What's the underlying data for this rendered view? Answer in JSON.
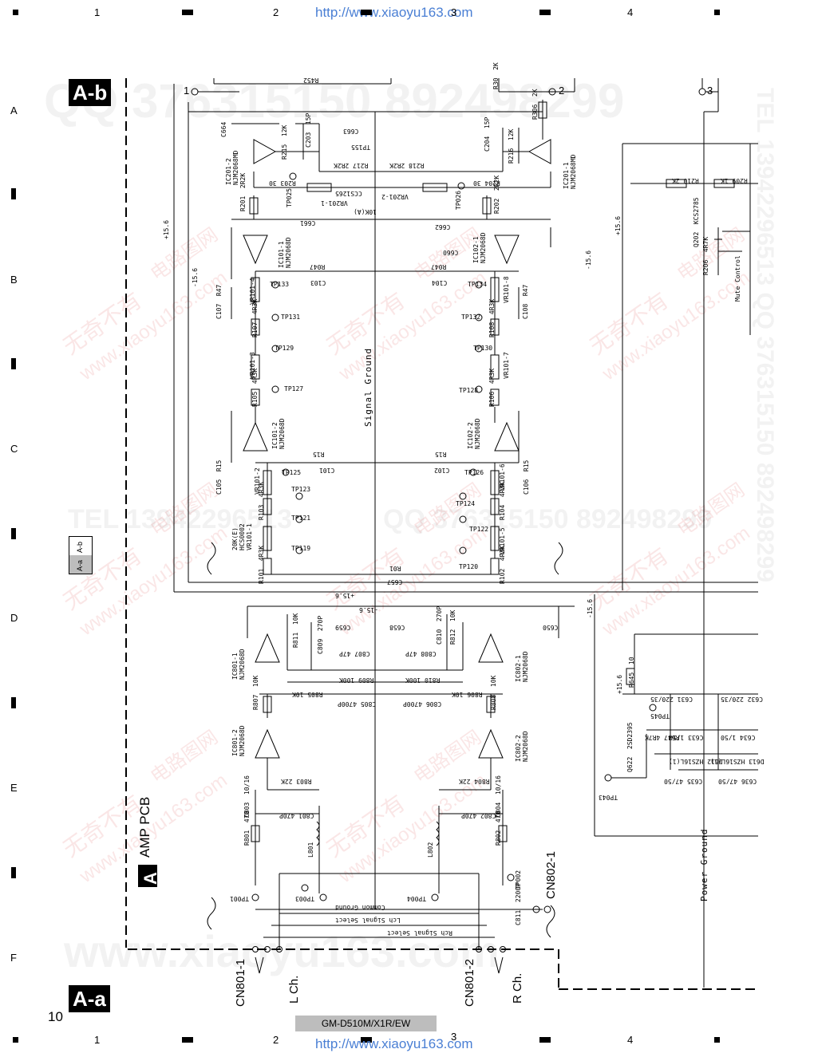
{
  "header": {
    "url_top": "http://www.xiaoyu163.com",
    "columns": [
      "1",
      "2",
      "3",
      "4"
    ]
  },
  "footer": {
    "url_bottom": "http://www.xiaoyu163.com",
    "page_number": "10",
    "model": "GM-D510M/X1R/EW",
    "columns": [
      "1",
      "2",
      "3",
      "4"
    ]
  },
  "rows": [
    "A",
    "B",
    "C",
    "D",
    "E",
    "F"
  ],
  "sheet": {
    "tag_top": "A-b",
    "tag_bottom": "A-a",
    "pcb_letter": "A",
    "pcb_name": "AMP PCB",
    "mini_index_top": "A-b",
    "mini_index_bottom": "A-a",
    "connector_points": [
      "1",
      "2",
      "3"
    ]
  },
  "watermarks": {
    "qq_top": "QQ 376315150  892498299",
    "tel_mid": "TEL 13942296513",
    "qq_mid": "QQ 376315150  892498299",
    "www_bottom": "www.xiaoyu163.com",
    "site": "www.xiaoyu163.com",
    "cn_brand": "无奇不有",
    "cn_net": "电路图网",
    "side_right": "TEL 13942296513  QQ 376315150  892498299"
  },
  "schematic": {
    "signal_ground": "Signal Ground",
    "power_ground": "Power Ground",
    "mute_control": "Mute Control",
    "common_ground": "Common Ground",
    "lch_select": "Lch Signal Select",
    "rch_select": "Rch Signal Select",
    "l_ch": "L Ch.",
    "r_ch": "R Ch.",
    "rails": {
      "pos": "+15.6",
      "neg": "-15.6"
    },
    "connectors": {
      "cn801_1": "CN801-1",
      "cn801_2": "CN801-2",
      "cn802_1": "CN802-1"
    },
    "ics": {
      "ic201_2": "IC201-2\nNJM2068MD",
      "ic201_1": "IC201-1\nNJM2068MD",
      "ic101_1": "IC101-1\nNJM2068D",
      "ic102_1": "IC102-1\nNJM2068D",
      "ic101_2": "IC101-2\nNJM2068D",
      "ic102_2": "IC102-2\nNJM2068D",
      "ic801_1": "IC801-1\nNJM2068D",
      "ic802_1": "IC802-1\nNJM2068D",
      "ic801_2": "IC801-2\nNJM2068D",
      "ic802_2": "IC802-2\nNJM2068D"
    },
    "labels": {
      "r452": "R452",
      "r01_a": "R01",
      "c664": "C664",
      "c663": "C663",
      "tp155": "TP155",
      "r215": "R215  12K",
      "c203": "C203  15P",
      "c204": "C204  15P",
      "r216": "R216  12K",
      "r306": "R306  2K",
      "r30": "R30  2K",
      "r217": "R217  2R2K",
      "r218": "R218  2R2K",
      "r203": "R203  30",
      "r204": "R204  30",
      "ccs1265": "CCS1265",
      "vr201_1": "VR201-1",
      "vr201_2": "VR201-2",
      "vr_val": "10K(A)",
      "tp025": "TP025",
      "tp026": "TP026",
      "r201": "R201  2R2K",
      "r202": "R202  2R2K",
      "c661": "C661",
      "c662": "C662",
      "c660": "C660",
      "r210": "R210  2K",
      "r209": "R209  1K",
      "q202": "Q202  KCS2785",
      "r206": "R206  4R7K",
      "r047_a": "R047",
      "r047_b": "R047",
      "c103": "C103",
      "c104": "C104",
      "vr101_4": "VR101-4",
      "vr101_8": "VR101-8",
      "tp133": "TP133",
      "tp134": "TP134",
      "c107": "C107  R47",
      "c108": "C108  R47",
      "r107": "R107  4R3K",
      "r108": "R108  4R3K",
      "tp131": "TP131",
      "tp132": "TP132",
      "tp129": "TP129",
      "tp130": "TP130",
      "vr101_3": "VR101-3",
      "vr101_7": "VR101-7",
      "tp127": "TP127",
      "tp128": "TP128",
      "r105": "R105  4R3K",
      "r106": "R106  4R3K",
      "r15_a": "R15",
      "r15_b": "R15",
      "c101": "C101",
      "c102": "C102",
      "tp125": "TP125",
      "tp126": "TP126",
      "c105": "C105  R15",
      "c106": "C106  R15",
      "vr101_2": "VR101-2",
      "vr101_6": "VR101-6",
      "tp123": "TP123",
      "tp124": "TP124",
      "r103": "R103  4R3K",
      "r104": "R104  4R3K",
      "tp121": "TP121",
      "tp122": "TP122",
      "hcs0002": "20K(E)\nHCS0002\nVR101-1",
      "vr101_5": "VR101-5",
      "tp119": "TP119",
      "tp120": "TP120",
      "r101": "R101  4R3K",
      "r102": "R102  4R3K",
      "c657": "C657",
      "r01_b": "R01",
      "c659": "C659",
      "c658": "C658",
      "c650": "C650",
      "r811": "R811  10K",
      "r812": "R812  10K",
      "c809": "C809  270P",
      "c810": "C810  270P",
      "c807": "C807  47P",
      "c808": "C808  47P",
      "r809": "R809  100K",
      "r810": "R810  100K",
      "r807": "R807  10K",
      "r808": "R808  10K",
      "r805": "R805  10K",
      "r806": "R806  10K",
      "c805": "C805  4700P",
      "c806": "C806  4700P",
      "r803": "R803  22K",
      "r804": "R804  22K",
      "c803": "C803  10/16",
      "c804": "C804  10/16",
      "c801": "C801  470P",
      "c802": "C802  470P",
      "r801": "R801  470",
      "r802": "R802  470",
      "l801": "L801",
      "l802": "L802",
      "tp001": "TP001",
      "tp002": "TP002",
      "tp003": "TP003",
      "tp004": "TP004",
      "c811": "C811  2200P",
      "r645": "R645  10",
      "c631": "C631  220/35",
      "c632": "C632  220/35",
      "tp045": "TP045",
      "q622": "Q622  2SD2395",
      "r647": "R647  4R7K",
      "c633": "C633  1/50",
      "c634": "C634  1/50",
      "d612": "D612  HZS16L(1)",
      "d613": "D613  HZS16L(1)",
      "c635": "C635  47/50",
      "c636": "C636  47/50",
      "tp043": "TP043"
    }
  }
}
